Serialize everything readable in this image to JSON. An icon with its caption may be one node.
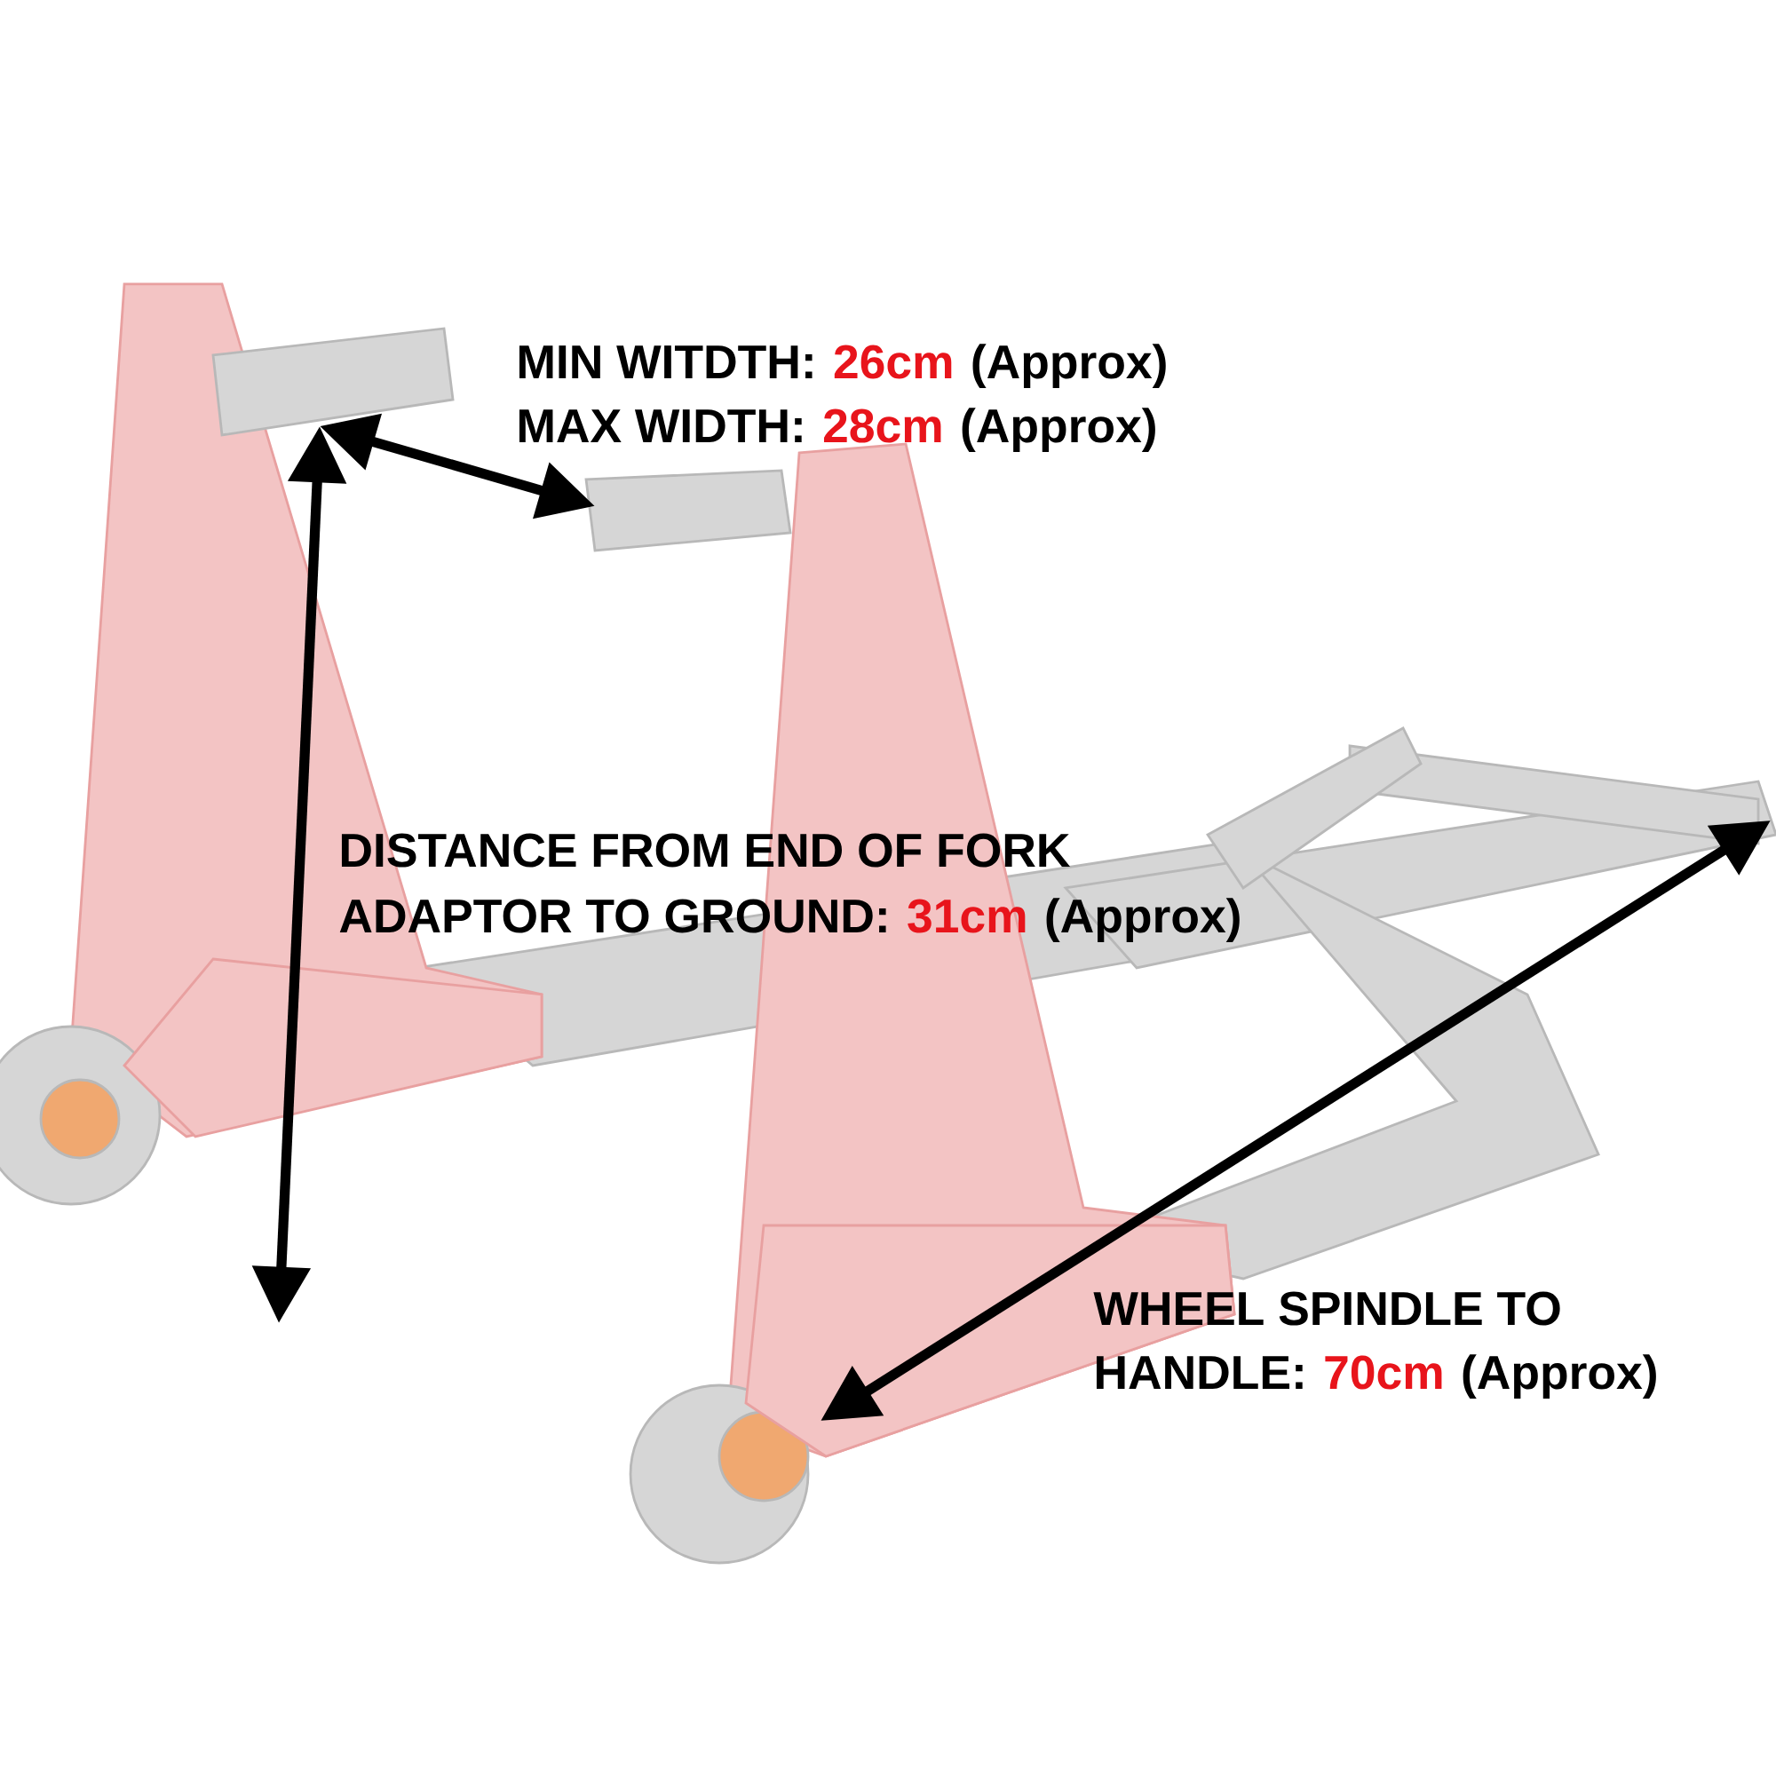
{
  "diagram": {
    "labels": [
      "MIN WITDTH:",
      "26cm",
      "(Approx)",
      "MAX WIDTH:",
      "28cm",
      "(Approx)",
      "DISTANCE FROM END OF FORK",
      "ADAPTOR TO GROUND:",
      "31cm",
      "(Approx)",
      "WHEEL SPINDLE TO",
      "HANDLE:",
      "70cm",
      "(Approx)"
    ]
  }
}
